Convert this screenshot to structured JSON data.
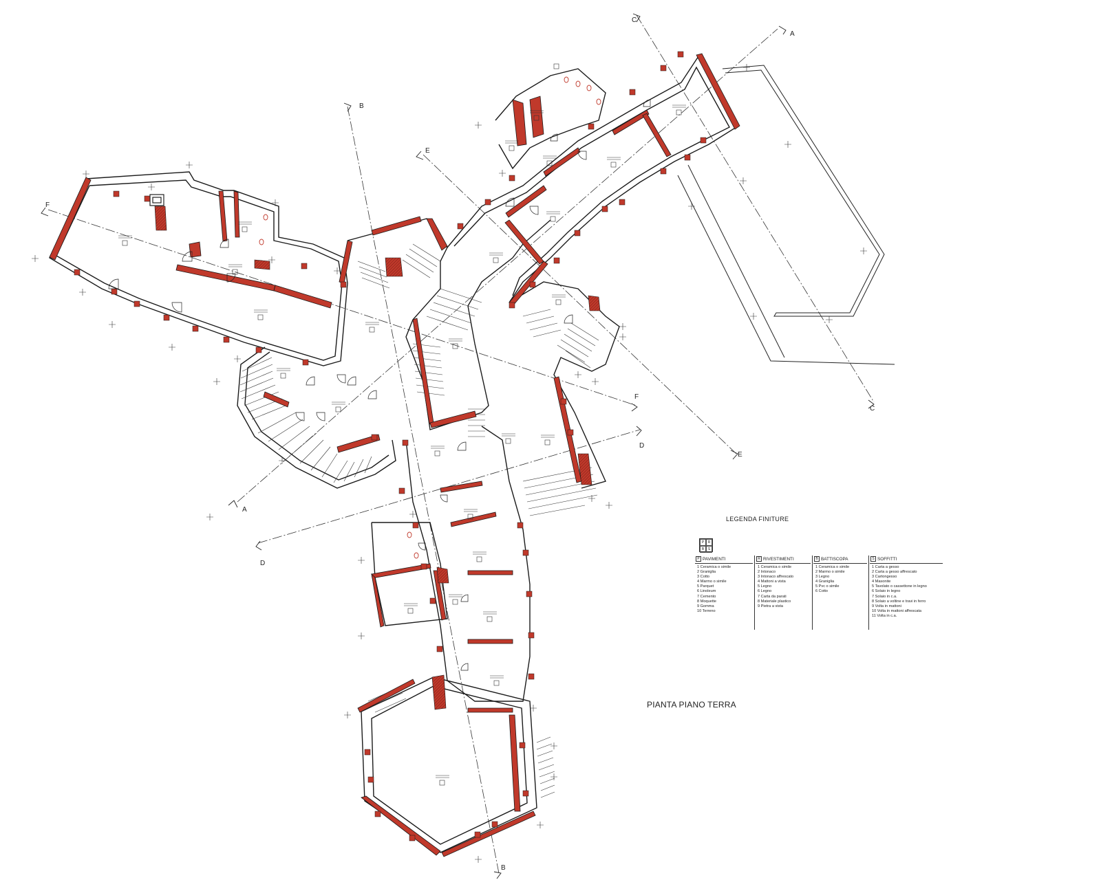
{
  "section_marks": [
    "A",
    "A",
    "B",
    "B",
    "C",
    "C",
    "D",
    "D",
    "E",
    "E",
    "F",
    "F"
  ],
  "legend": {
    "title": "LEGENDA FINITURE",
    "key_letters": [
      "P",
      "R",
      "B",
      "S"
    ],
    "columns": [
      {
        "code": "P",
        "heading": "PAVIMENTI",
        "items": [
          "1 Ceramica o simile",
          "2 Graniglia",
          "3 Cotto",
          "4 Marmo o simile",
          "5 Parquet",
          "6 Linoleum",
          "7 Cemento",
          "8 Moquette",
          "9 Gomma",
          "10 Terreno"
        ]
      },
      {
        "code": "R",
        "heading": "RIVESTIMENTI",
        "items": [
          "1 Ceramica o simile",
          "2 Intonaco",
          "3 Intonaco affrescato",
          "4 Mattoni a vista",
          "5 Legno",
          "6 Legno",
          "7 Carta da parati",
          "8 Materiale plastico",
          "9 Pietra a vista"
        ]
      },
      {
        "code": "B",
        "heading": "BATTISCOPA",
        "items": [
          "1 Ceramica o simile",
          "2 Marmo o simile",
          "3 Legno",
          "4 Graniglia",
          "5 Pvc o simile",
          "6 Cotto"
        ]
      },
      {
        "code": "S",
        "heading": "SOFFITTI",
        "items": [
          "1 Carta a gesso",
          "2 Carta a gesso affrescato",
          "3 Cartongesso",
          "4 Masonite",
          "5 Tavolato o cassettone in legno",
          "6 Solaio in legno",
          "7 Solaio in c.a.",
          "8 Solaio a voltine e travi in ferro",
          "9 Volta in mattoni",
          "10 Volta in mattoni affrescata",
          "11 Volta in c.a."
        ]
      }
    ]
  },
  "plan_title": "PIANTA PIANO TERRA",
  "colors": {
    "wall_fill": "#c0392b",
    "wall_outline": "#1a1a1a",
    "line": "#222222"
  }
}
